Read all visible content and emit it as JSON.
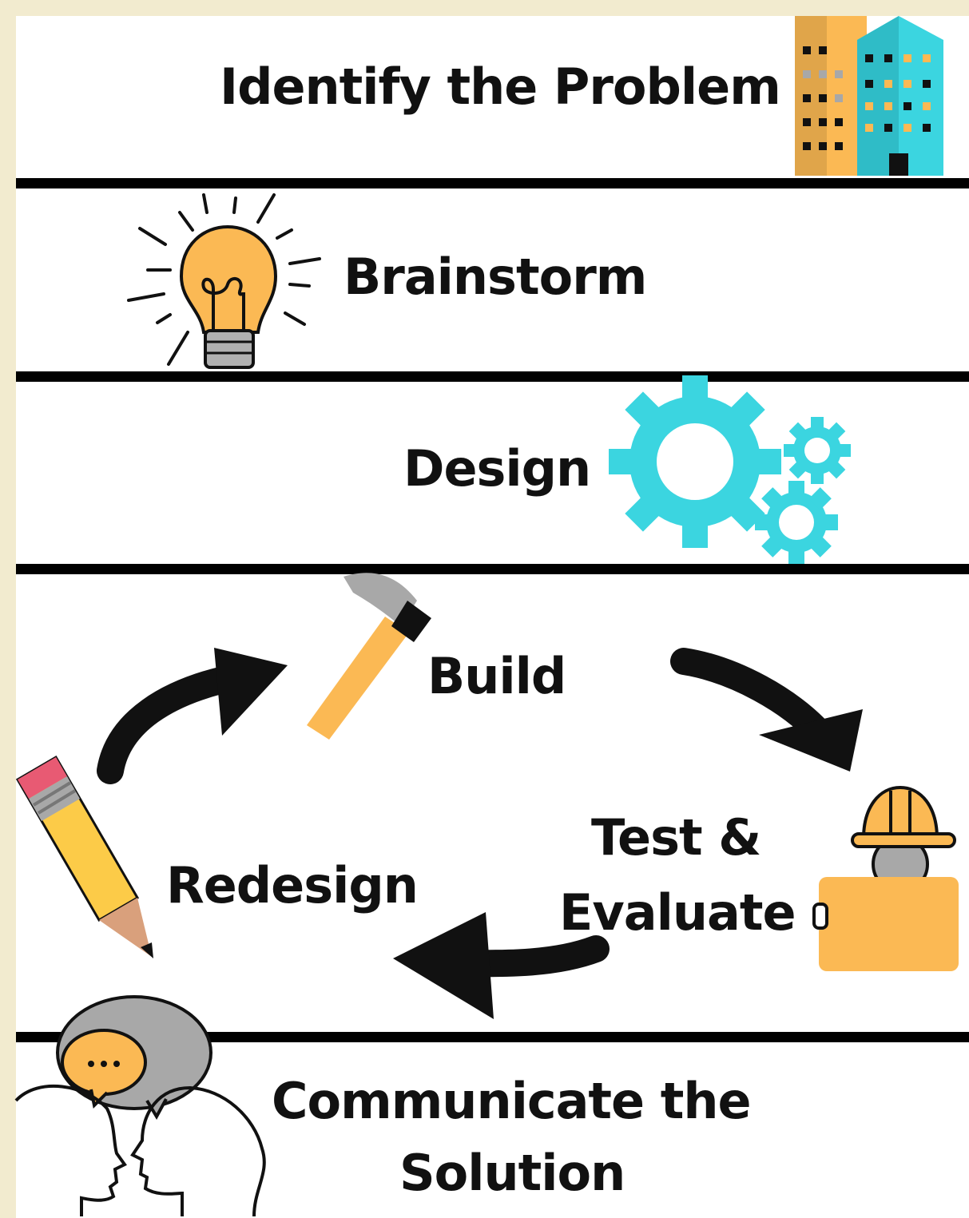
{
  "steps": {
    "identify": "Identify the Problem",
    "brainstorm": "Brainstorm",
    "design": "Design",
    "build": "Build",
    "test_line1": "Test &",
    "test_line2": "Evaluate",
    "redesign": "Redesign",
    "communicate_line1": "Communicate the",
    "communicate_line2": "Solution"
  },
  "icons": {
    "identify": "buildings-icon",
    "brainstorm": "lightbulb-icon",
    "design": "gears-icon",
    "build": "hammer-icon",
    "test": "engineer-with-clipboard-icon",
    "redesign": "pencil-icon",
    "communicate": "talking-heads-icon"
  },
  "colors": {
    "background": "#f2ebcf",
    "panel": "#ffffff",
    "ink": "#111111",
    "orange": "#fbb954",
    "teal": "#3bd5e0",
    "gray": "#a8a8a8"
  }
}
